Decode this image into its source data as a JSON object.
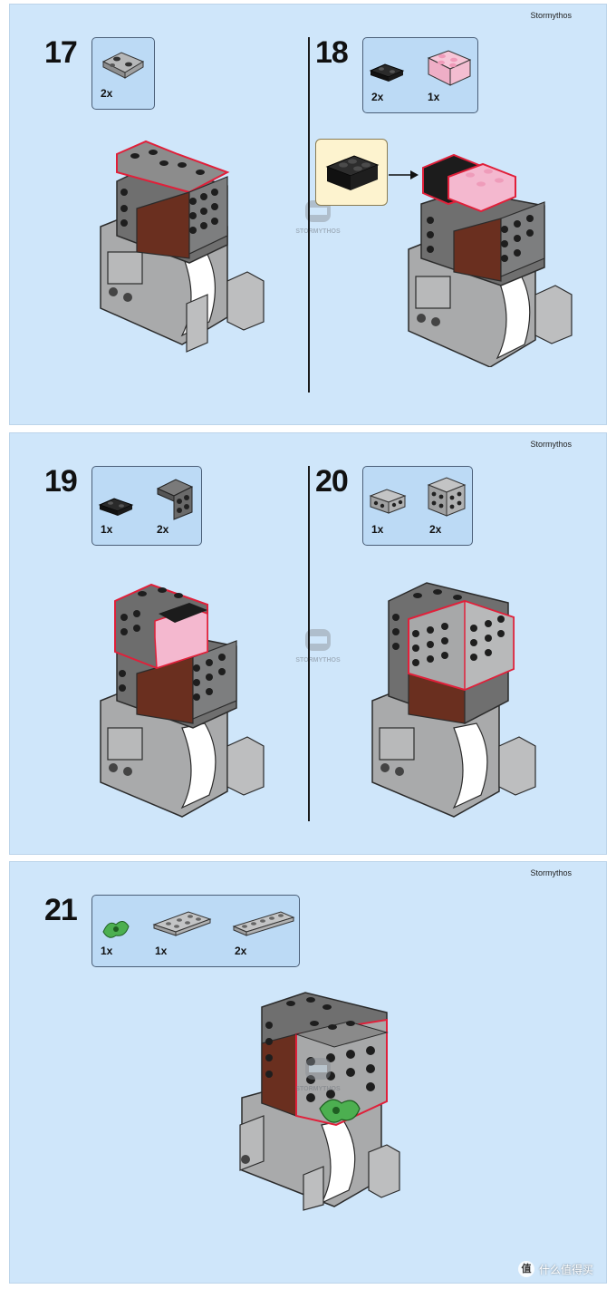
{
  "credit": "Stormythos",
  "watermark": "STORMYTHOS",
  "footer": {
    "logo_char": "值",
    "text": "什么值得买"
  },
  "steps": [
    {
      "number": "17",
      "parts": [
        {
          "qty": "2x",
          "piece": "light-gray 1x2 plate with clips"
        }
      ]
    },
    {
      "number": "18",
      "parts": [
        {
          "qty": "2x",
          "piece": "black 1x2 plate"
        },
        {
          "qty": "1x",
          "piece": "pink 2x2 brick"
        }
      ]
    },
    {
      "number": "19",
      "parts": [
        {
          "qty": "1x",
          "piece": "black 1x2 plate"
        },
        {
          "qty": "2x",
          "piece": "dark-gray bracket"
        }
      ]
    },
    {
      "number": "20",
      "parts": [
        {
          "qty": "1x",
          "piece": "light-gray 1x2 brick with studs"
        },
        {
          "qty": "2x",
          "piece": "light-gray 2x2 brick with studs"
        }
      ]
    },
    {
      "number": "21",
      "parts": [
        {
          "qty": "1x",
          "piece": "green leaf"
        },
        {
          "qty": "1x",
          "piece": "light-gray 1x4 plate"
        },
        {
          "qty": "2x",
          "piece": "light-gray 1x6 plate"
        }
      ]
    }
  ],
  "colors": {
    "page_bg": "#cfe6fa",
    "parts_box": "#bcdaf5",
    "light_gray": "#a9aaab",
    "dark_gray": "#6c6c6c",
    "brown": "#6a2f1f",
    "pink": "#f4b8cf",
    "highlight": "#e0203a"
  }
}
